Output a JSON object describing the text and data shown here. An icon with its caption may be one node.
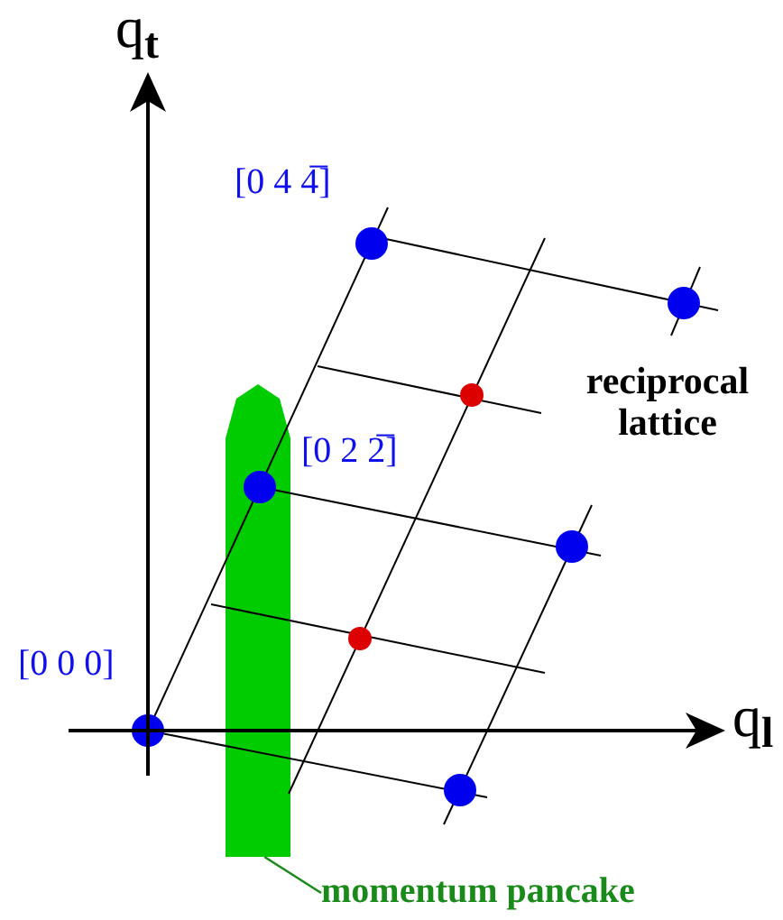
{
  "diagram": {
    "nodes": [
      {
        "text": [],
        "shape": "bar"
      },
      {
        "text": [
          "momentum pancake"
        ]
      }
    ],
    "edges": [
      {
        "from": 1,
        "to": 0,
        "arrow": "none"
      }
    ],
    "labels": [
      "q$_{t}$",
      "[0 4 4̅]",
      "reciprocal lattice",
      "[0 2 2̅]",
      "[0 0 0]",
      "q$_{l}$"
    ]
  }
}
